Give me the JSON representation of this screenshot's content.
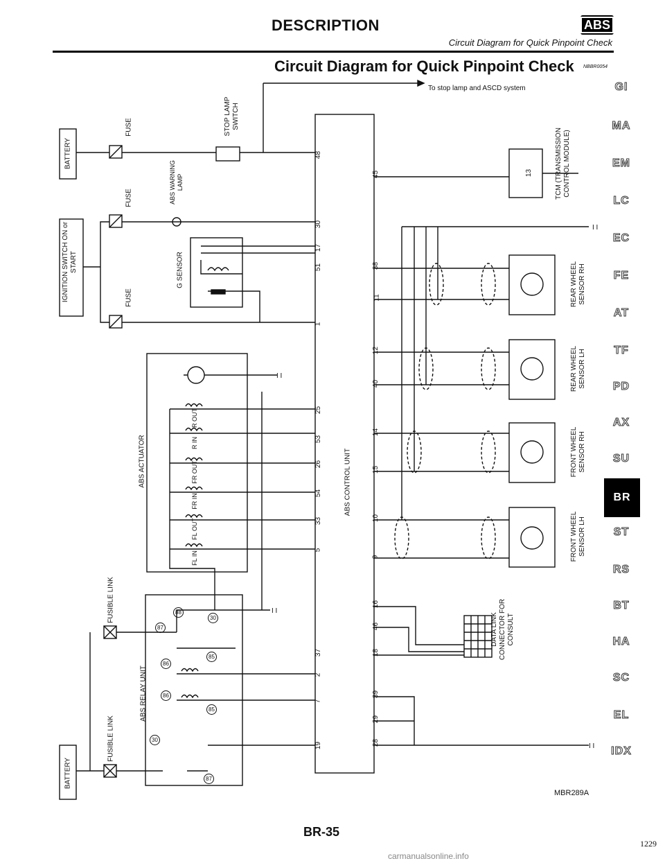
{
  "header": {
    "title": "DESCRIPTION",
    "badge": "ABS",
    "subtitle": "Circuit Diagram for Quick Pinpoint Check"
  },
  "section": {
    "title": "Circuit Diagram for Quick Pinpoint Check",
    "code": "NBBR0054"
  },
  "diagram": {
    "arrow_note": "To stop lamp and ASCD system",
    "labels": {
      "battery_top": "BATTERY",
      "battery_bottom": "BATTERY",
      "fuse": "FUSE",
      "stop_lamp_switch": "STOP LAMP SWITCH",
      "ignition_switch": "IGNITION SWITCH ON or START",
      "abs_warning_lamp": "ABS WARNING LAMP",
      "g_sensor": "G SENSOR",
      "abs_actuator": "ABS ACTUATOR",
      "abs_control_unit": "ABS CONTROL UNIT",
      "abs_relay_unit": "ABS RELAY UNIT",
      "fusible_link": "FUSIBLE LINK",
      "tcm": "TCM (TRANSMISSION CONTROL MODULE)",
      "data_link": "DATA LINK CONNECTOR FOR CONSULT",
      "rear_rh": "REAR WHEEL SENSOR RH",
      "rear_lh": "REAR WHEEL SENSOR LH",
      "front_rh": "FRONT WHEEL SENSOR RH",
      "front_lh": "FRONT WHEEL SENSOR LH",
      "r_out": "R OUT",
      "r_in": "R IN",
      "fr_out": "FR OUT",
      "fr_in": "FR IN",
      "fl_out": "FL OUT",
      "fl_in": "FL IN"
    },
    "pins_left": [
      "48",
      "30",
      "17",
      "51",
      "1",
      "25",
      "53",
      "26",
      "54",
      "33",
      "5",
      "37",
      "2",
      "7",
      "19"
    ],
    "pins_right": [
      "45",
      "38",
      "11",
      "12",
      "40",
      "14",
      "15",
      "10",
      "9",
      "16",
      "46",
      "18",
      "39",
      "29",
      "28"
    ],
    "tcm_pin": "13",
    "relay_pins": [
      "88",
      "87",
      "30",
      "86",
      "85",
      "86",
      "85",
      "30",
      "87"
    ]
  },
  "sidebar": {
    "items": [
      "GI",
      "MA",
      "EM",
      "LC",
      "EC",
      "FE",
      "AT",
      "TF",
      "PD",
      "AX",
      "SU",
      "BR",
      "ST",
      "RS",
      "BT",
      "HA",
      "SC",
      "EL",
      "IDX"
    ],
    "active": "BR"
  },
  "footer": {
    "figure_id": "MBR289A",
    "page": "BR-35",
    "print_page": "1229",
    "watermark": "carmanualsonline.info"
  }
}
